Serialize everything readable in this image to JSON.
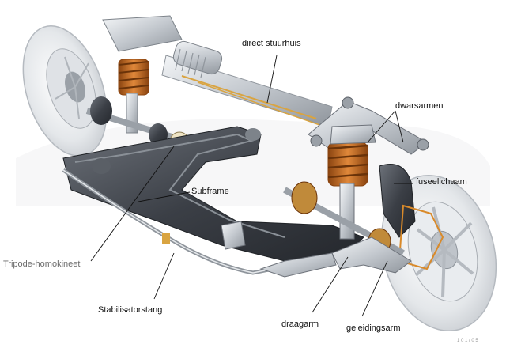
{
  "labels": {
    "direct_stuurhuis": "direct stuurhuis",
    "dwarsarmen": "dwarsarmen",
    "fuseelichaam": "fuseelichaam",
    "subframe": "Subframe",
    "tripode": "Tripode-homokineet",
    "stabilisator": "Stabilisatorstang",
    "draagarm": "draagarm",
    "geleidingsarm": "geleidingsarm"
  },
  "corner_note": "1 0 1 / 0 5",
  "colors": {
    "metal_light": "#e6e9ec",
    "metal_mid": "#b9bec4",
    "metal_dark": "#4a4e55",
    "subframe_dark": "#3b3f46",
    "spring": "#c9701f",
    "spring_dark": "#8a4410",
    "leader": "#111111",
    "tire": "#eef0f2"
  }
}
